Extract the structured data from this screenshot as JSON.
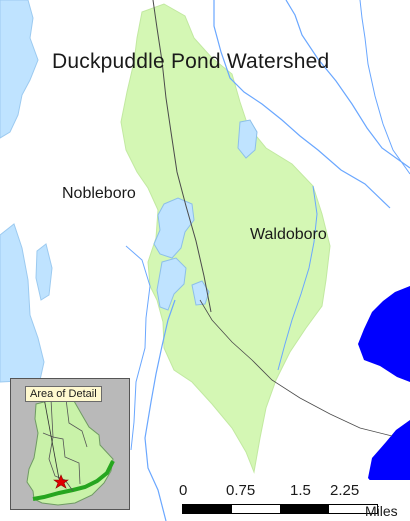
{
  "map": {
    "title": "Duckpuddle Pond Watershed",
    "towns": [
      {
        "name": "Nobleboro"
      },
      {
        "name": "Waldoboro"
      }
    ],
    "colors": {
      "watershed": "#d4f7b4",
      "water_light": "#bfe3ff",
      "water_dark": "#0000ff",
      "streams": "#6aa7ff",
      "background": "#ffffff"
    }
  },
  "inset": {
    "label": "Area of Detail",
    "colors": {
      "background": "#b9b9b9",
      "state": "#c9f2a9",
      "coast": "#26a61f",
      "marker": "#e00000"
    },
    "marker_icon": "star-icon"
  },
  "scale": {
    "ticks": [
      "0",
      "0.75",
      "1.5",
      "2.25"
    ],
    "unit": "Miles"
  }
}
